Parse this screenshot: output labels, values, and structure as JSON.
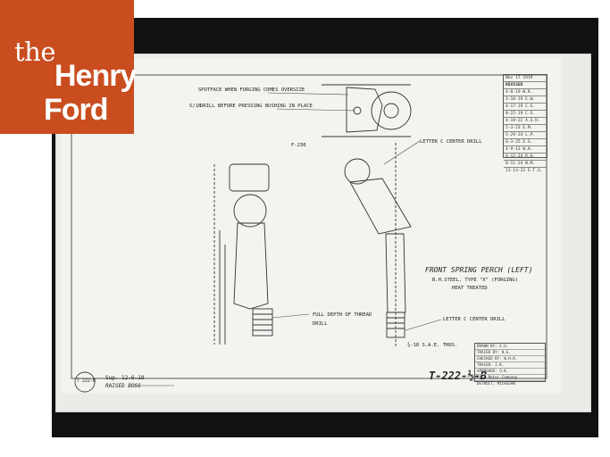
{
  "logo": {
    "word_1": "the",
    "word_2": "Henry",
    "word_3": "Ford"
  },
  "drawing": {
    "title": "FRONT SPRING PERCH (LEFT)",
    "material_line": "B.H.STEEL, TYPE \"X\" (FORGING)",
    "treatment": "HEAT TREATED",
    "drawing_number": "T-222-½-B",
    "corner_stamp": "T 222-B",
    "corner_note_1": "Sup. 12-6-18",
    "corner_note_2": "RAISED BOSS",
    "notes": {
      "spot_face": "SPOTFACE WHEN FORGING COMES OVERSIZE",
      "drill_before_pressing": "DRILL BEFORE PRESSING BUSHING IN PLACE",
      "drill_size": "5/16",
      "letter_c_center_drill_top": "LETTER C CENTER DRILL",
      "full_depth_thread": "FULL DEPTH OF THREAD",
      "drill": "DRILL",
      "letter_c_center_drill_bottom": "LETTER C CENTER DRILL",
      "thread_spec": "¾-18 S.A.E. THDS.",
      "section_ref": "F-230"
    },
    "revisions": {
      "date_header": "Nov 17 1919",
      "header": "REVISED",
      "entries": [
        "4-8-19 W.R.",
        "3-18-19 E.W.",
        "4-17-19 C.S.",
        "8-22-19 C.S.",
        "4-19-22 A.S.H.",
        "5-3-23 E.M.",
        "5-29-24 L.P.",
        "6-3-25 E.S.",
        "4-9-13 W.H.",
        "6-12-24 R.H.",
        "8-11-24 W.M.",
        "11-13-23 E.T.S."
      ]
    },
    "title_block": [
      "DRAWN BY: E.U.",
      "TRACED BY: H.G.",
      "CHECKED BY: W.H.K.",
      "TRACED: J.K.",
      "APPROVED: O.K.",
      "Ford Motor Company",
      "DETROIT, MICHIGAN"
    ]
  }
}
